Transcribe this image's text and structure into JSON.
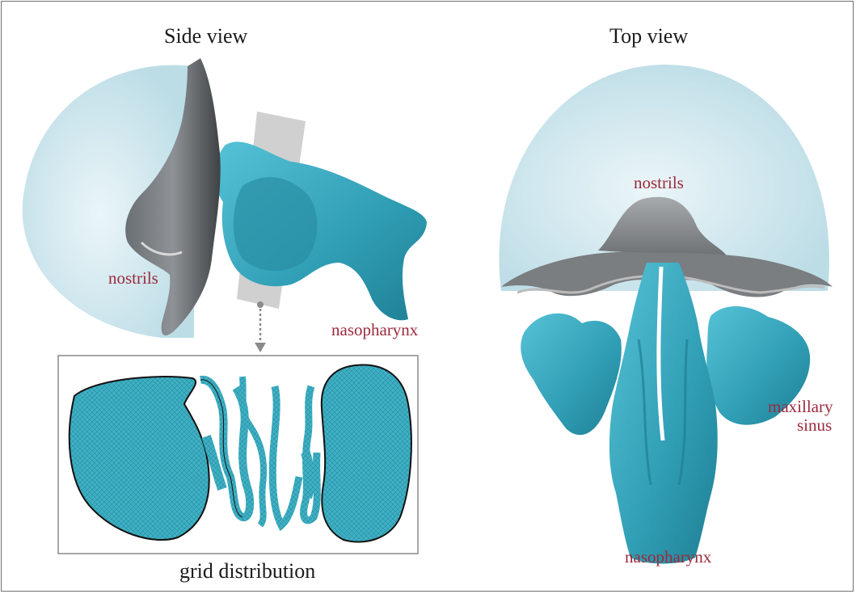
{
  "panels": {
    "side": {
      "title": "Side view",
      "labels": {
        "nostrils": "nostrils",
        "nasopharynx": "nasopharynx"
      },
      "inset_caption": "grid distribution"
    },
    "top": {
      "title": "Top view",
      "labels": {
        "nostrils": "nostrils",
        "maxillary_line1": "maxillary",
        "maxillary_line2": "sinus",
        "nasopharynx": "nasopharynx"
      }
    }
  },
  "colors": {
    "sphere": "#cfe7ee",
    "airway": "#3aa8bf",
    "face": "#555a5e",
    "label": "#9b2a3c",
    "slice_plane": "#c8c8c8"
  }
}
